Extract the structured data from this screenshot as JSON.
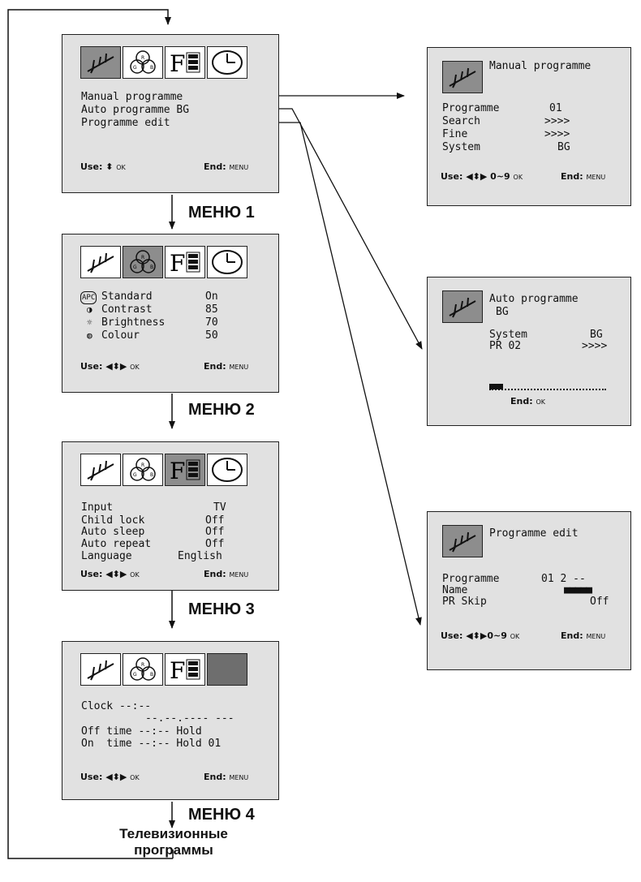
{
  "menus": [
    {
      "label": "МЕНЮ 1",
      "items": [
        "Manual programme",
        "Auto programme BG",
        "Programme edit"
      ],
      "use_label": "Use:",
      "use_suffix": "OK",
      "end_label": "End:",
      "end_key": "MENU"
    },
    {
      "label": "МЕНЮ 2",
      "apc": "APC",
      "rows": [
        {
          "name": "Standard",
          "value": "On"
        },
        {
          "name": "Contrast",
          "value": "85"
        },
        {
          "name": "Brightness",
          "value": "70"
        },
        {
          "name": "Colour",
          "value": "50"
        }
      ],
      "use_label": "Use:",
      "use_suffix": "OK",
      "end_label": "End:",
      "end_key": "MENU"
    },
    {
      "label": "МЕНЮ 3",
      "rows": [
        {
          "name": "Input",
          "value": "TV"
        },
        {
          "name": "Child lock",
          "value": "Off"
        },
        {
          "name": "Auto sleep",
          "value": "Off"
        },
        {
          "name": "Auto repeat",
          "value": "Off"
        },
        {
          "name": "Language",
          "value": "English"
        }
      ],
      "use_label": "Use:",
      "use_suffix": "OK",
      "end_label": "End:",
      "end_key": "MENU"
    },
    {
      "label": "МЕНЮ 4",
      "clock_line": "Clock --:--",
      "date_line": "--.--.---- ---",
      "off_line": "Off time --:-- Hold",
      "on_line": "On  time --:-- Hold 01",
      "use_label": "Use:",
      "use_suffix": "OK",
      "end_label": "End:",
      "end_key": "MENU"
    }
  ],
  "icons": {
    "antenna": "antenna-icon",
    "rgb": "rgb-color-icon",
    "rgb_letters": [
      "R",
      "G",
      "B"
    ],
    "features": "features-icon",
    "features_letter": "F",
    "clock": "clock-icon"
  },
  "submenus": {
    "manual": {
      "title": "Manual programme",
      "rows": [
        {
          "name": "Programme",
          "value": "01"
        },
        {
          "name": "Search",
          "value": ">>>>"
        },
        {
          "name": "Fine",
          "value": ">>>>"
        },
        {
          "name": "System",
          "value": "BG"
        }
      ],
      "use_label": "Use:",
      "use_suffix": "0~9",
      "use_ok": "OK",
      "end_label": "End:",
      "end_key": "MENU"
    },
    "auto": {
      "title_line1": "Auto programme",
      "title_line2": "BG",
      "rows": [
        {
          "name": "System",
          "value": "BG"
        },
        {
          "name": "PR 02",
          "value": ">>>>"
        }
      ],
      "progress": 0.12,
      "end_label": "End:",
      "end_key": "OK"
    },
    "edit": {
      "title": "Programme edit",
      "programme_label": "Programme",
      "programme_value": "01 2 --",
      "name_label": "Name",
      "name_value": "■■■■■",
      "skip_label": "PR Skip",
      "skip_value": "Off",
      "use_label": "Use:",
      "use_suffix": "0~9",
      "use_ok": "OK",
      "end_label": "End:",
      "end_key": "MENU"
    }
  },
  "tv_label_line1": "Телевизионные",
  "tv_label_line2": "программы",
  "colors": {
    "screen_bg": "#e1e1e1",
    "active_icon": "#8d8d8d",
    "line": "#222222"
  }
}
